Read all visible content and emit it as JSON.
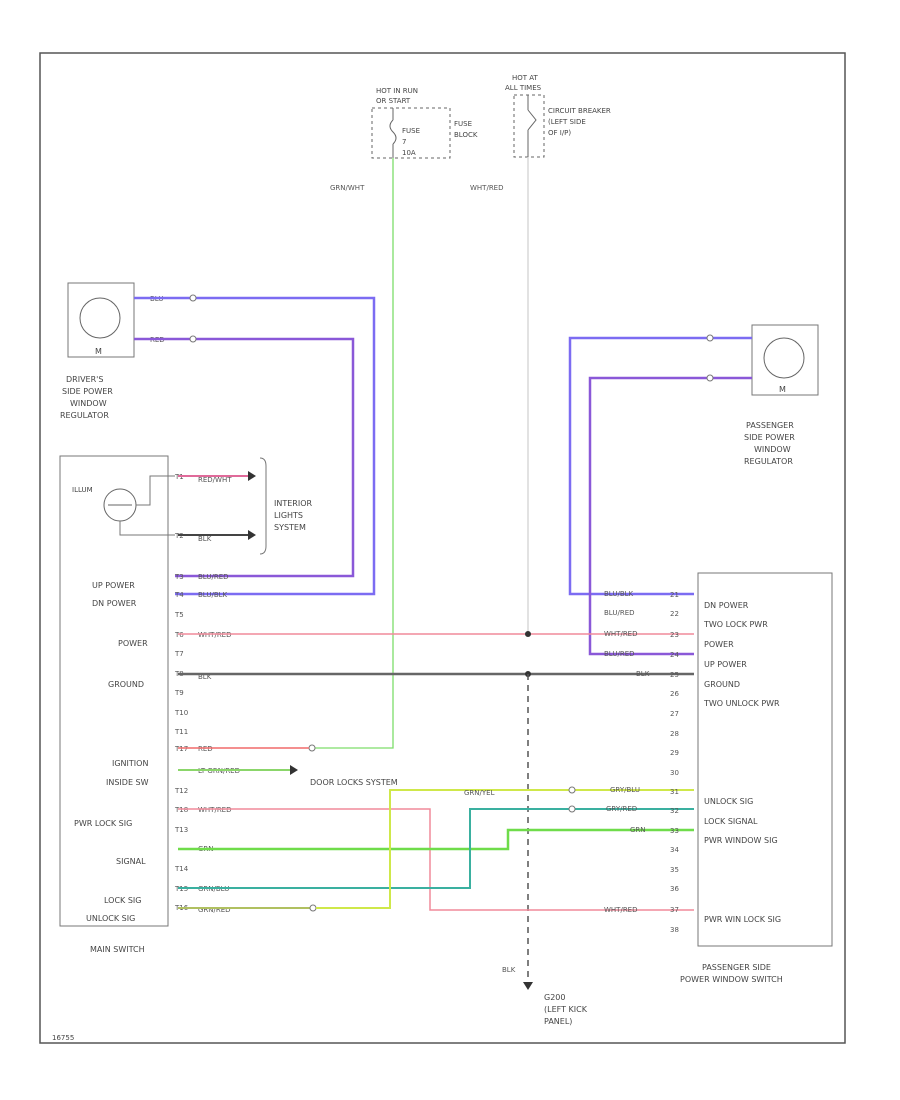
{
  "fuse_block": {
    "top_label_1": "HOT IN RUN",
    "top_label_2": "OR START",
    "fuse_label": "FUSE",
    "fuse_num": "7",
    "amp": "10A",
    "side_label_1": "FUSE",
    "side_label_2": "BLOCK"
  },
  "breaker": {
    "top_label_1": "HOT AT",
    "top_label_2": "ALL TIMES",
    "side_label_1": "CIRCUIT BREAKER",
    "side_label_2": "(LEFT SIDE",
    "side_label_3": "OF I/P)"
  },
  "wires": {
    "fuse_out": "GRN/WHT",
    "breaker_out": "WHT/RED",
    "drv_reg_top": "BLU",
    "drv_reg_bottom": "RED",
    "illum_top": "RED/WHT",
    "illum_bottom": "BLK",
    "up_power": "BLU/RED",
    "dn_power": "BLU/BLK",
    "power": "WHT/RED",
    "ground": "BLK",
    "ignition": "RED",
    "inside_sw": "LT GRN/RED",
    "pwr_lock": "WHT/RED",
    "signal": "GRN",
    "lock_sig": "GRN/BLU",
    "unlock_sig": "GRN/RED",
    "grn_yel": "GRN/YEL",
    "p_dn": "BLU/BLK",
    "p_up": "BLU/RED",
    "p_power": "WHT/RED",
    "p_lock": "BLU/RED",
    "p_ground": "BLK",
    "p_unlock": "GRY/BLU",
    "p_locksig": "GRY/RED",
    "p_pwrwin": "GRN",
    "p_pwrunlock": "WHT/RED",
    "ground_drop": "BLK"
  },
  "driver_regulator": {
    "motor": "M",
    "caption_1": "DRIVER'S",
    "caption_2": "SIDE POWER",
    "caption_3": "WINDOW",
    "caption_4": "REGULATOR"
  },
  "passenger_regulator": {
    "motor": "M",
    "caption_1": "PASSENGER",
    "caption_2": "SIDE POWER",
    "caption_3": "WINDOW",
    "caption_4": "REGULATOR"
  },
  "interior_lights": {
    "line_1": "INTERIOR",
    "line_2": "LIGHTS",
    "line_3": "SYSTEM"
  },
  "main_switch": {
    "illum": "ILLUM",
    "caption": "MAIN SWITCH",
    "labels": {
      "up_power": "UP POWER",
      "dn_power": "DN POWER",
      "power": "POWER",
      "ground": "GROUND",
      "ignition": "IGNITION",
      "inside_sw": "INSIDE SW",
      "pwr_lock_sig": "PWR LOCK SIG",
      "signal": "SIGNAL",
      "lock_sig": "LOCK SIG",
      "unlock_sig": "UNLOCK SIG"
    },
    "pins": [
      "T1",
      "T2",
      "T3",
      "T4",
      "T5",
      "T6",
      "T7",
      "T8",
      "T9",
      "T10",
      "T11",
      "T12",
      "T13",
      "T14",
      "T15",
      "T16",
      "T17",
      "T18"
    ]
  },
  "door_locks": "DOOR LOCKS SYSTEM",
  "passenger_switch": {
    "caption_1": "PASSENGER SIDE",
    "caption_2": "POWER WINDOW SWITCH",
    "labels": {
      "dn_power": "DN POWER",
      "two_lock_pwr": "TWO LOCK PWR",
      "power": "POWER",
      "up_power": "UP POWER",
      "ground": "GROUND",
      "two_unlock_pwr": "TWO UNLOCK PWR",
      "unlock_sig": "UNLOCK SIG",
      "lock_signal": "LOCK SIGNAL",
      "pwr_window_sig": "PWR WINDOW SIG",
      "pwr_win_lock_sig": "PWR WIN LOCK SIG"
    },
    "pins": [
      "21",
      "22",
      "23",
      "24",
      "25",
      "26",
      "27",
      "28",
      "29",
      "30",
      "31",
      "32",
      "33",
      "34",
      "35",
      "36",
      "37",
      "38"
    ]
  },
  "ground_ref": {
    "id": "G200",
    "line_1": "(LEFT KICK",
    "line_2": "PANEL)"
  },
  "figure_id": "16755"
}
